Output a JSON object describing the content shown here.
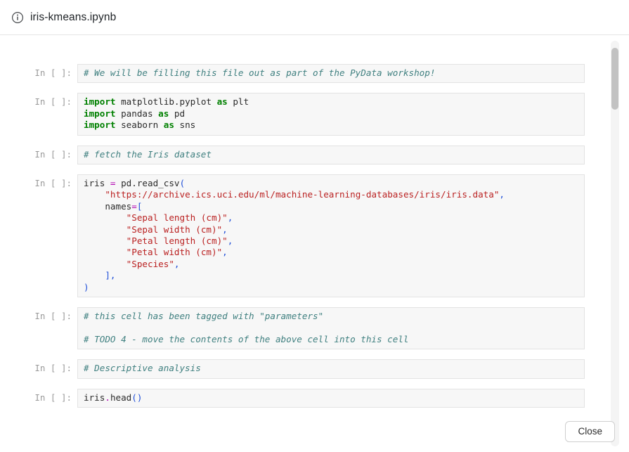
{
  "header": {
    "icon": "info-circle-icon",
    "title": "iris-kmeans.ipynb"
  },
  "notebook": {
    "prompt_label": "In [ ]:",
    "cells": [
      {
        "id": "cell-1",
        "prompt": "In [ ]:",
        "lines": [
          [
            {
              "t": "# We will be filling this file out as part of the PyData workshop!",
              "c": "c"
            }
          ]
        ]
      },
      {
        "id": "cell-2",
        "prompt": "In [ ]:",
        "lines": [
          [
            {
              "t": "import",
              "c": "k"
            },
            {
              "t": " matplotlib.pyplot ",
              "c": "n"
            },
            {
              "t": "as",
              "c": "k"
            },
            {
              "t": " plt",
              "c": "n"
            }
          ],
          [
            {
              "t": "import",
              "c": "k"
            },
            {
              "t": " pandas ",
              "c": "n"
            },
            {
              "t": "as",
              "c": "k"
            },
            {
              "t": " pd",
              "c": "n"
            }
          ],
          [
            {
              "t": "import",
              "c": "k"
            },
            {
              "t": " seaborn ",
              "c": "n"
            },
            {
              "t": "as",
              "c": "k"
            },
            {
              "t": " sns",
              "c": "n"
            }
          ]
        ]
      },
      {
        "id": "cell-3",
        "prompt": "In [ ]:",
        "lines": [
          [
            {
              "t": "# fetch the Iris dataset",
              "c": "c"
            }
          ]
        ]
      },
      {
        "id": "cell-4",
        "prompt": "In [ ]:",
        "lines": [
          [
            {
              "t": "iris ",
              "c": "n"
            },
            {
              "t": "=",
              "c": "o"
            },
            {
              "t": " pd.read_csv",
              "c": "n"
            },
            {
              "t": "(",
              "c": "p"
            }
          ],
          [
            {
              "t": "    ",
              "c": "n"
            },
            {
              "t": "\"https://archive.ics.uci.edu/ml/machine-learning-databases/iris/iris.data\"",
              "c": "s"
            },
            {
              "t": ",",
              "c": "p"
            }
          ],
          [
            {
              "t": "    names",
              "c": "n"
            },
            {
              "t": "=",
              "c": "o"
            },
            {
              "t": "[",
              "c": "p"
            }
          ],
          [
            {
              "t": "        ",
              "c": "n"
            },
            {
              "t": "\"Sepal length (cm)\"",
              "c": "s"
            },
            {
              "t": ",",
              "c": "p"
            }
          ],
          [
            {
              "t": "        ",
              "c": "n"
            },
            {
              "t": "\"Sepal width (cm)\"",
              "c": "s"
            },
            {
              "t": ",",
              "c": "p"
            }
          ],
          [
            {
              "t": "        ",
              "c": "n"
            },
            {
              "t": "\"Petal length (cm)\"",
              "c": "s"
            },
            {
              "t": ",",
              "c": "p"
            }
          ],
          [
            {
              "t": "        ",
              "c": "n"
            },
            {
              "t": "\"Petal width (cm)\"",
              "c": "s"
            },
            {
              "t": ",",
              "c": "p"
            }
          ],
          [
            {
              "t": "        ",
              "c": "n"
            },
            {
              "t": "\"Species\"",
              "c": "s"
            },
            {
              "t": ",",
              "c": "p"
            }
          ],
          [
            {
              "t": "    ",
              "c": "n"
            },
            {
              "t": "],",
              "c": "p"
            }
          ],
          [
            {
              "t": ")",
              "c": "p"
            }
          ]
        ]
      },
      {
        "id": "cell-5",
        "prompt": "In [ ]:",
        "lines": [
          [
            {
              "t": "# this cell has been tagged with \"parameters\"",
              "c": "c"
            }
          ],
          [
            {
              "t": "",
              "c": "n"
            }
          ],
          [
            {
              "t": "# TODO 4 - move the contents of the above cell into this cell",
              "c": "c"
            }
          ]
        ]
      },
      {
        "id": "cell-6",
        "prompt": "In [ ]:",
        "lines": [
          [
            {
              "t": "# Descriptive analysis",
              "c": "c"
            }
          ]
        ]
      },
      {
        "id": "cell-7",
        "prompt": "In [ ]:",
        "lines": [
          [
            {
              "t": "iris",
              "c": "n"
            },
            {
              "t": ".",
              "c": "o"
            },
            {
              "t": "head",
              "c": "n"
            },
            {
              "t": "()",
              "c": "p"
            }
          ]
        ]
      }
    ]
  },
  "footer": {
    "close_label": "Close"
  },
  "colors": {
    "comment": "#408080",
    "keyword": "#008000",
    "string": "#ba2121",
    "operator": "#b000b0",
    "punctuation": "#1f4fd8",
    "cell_background": "#f7f7f7",
    "cell_border": "#e3e3e3",
    "prompt_text": "#9a9a9a",
    "scrollbar_thumb": "#c2c2c2"
  }
}
